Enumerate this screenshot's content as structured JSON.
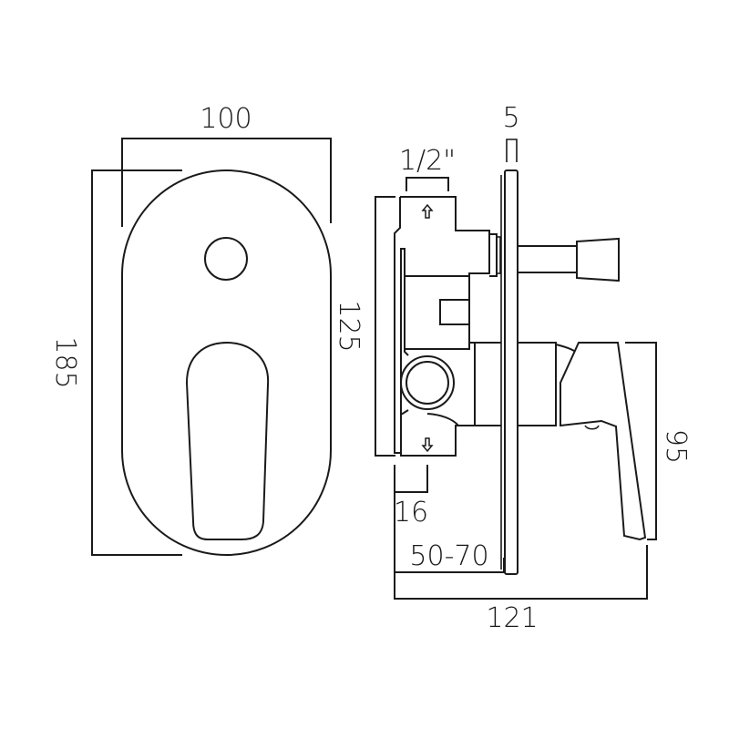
{
  "drawing": {
    "type": "technical-dimension-drawing",
    "subject": "concealed shower valve with lever handle and diverter",
    "colors": {
      "line": "#1a1a1a",
      "background": "#ffffff"
    },
    "front_view": {
      "width_label": "100",
      "height_label": "185",
      "features": [
        "oval-cover-plate",
        "round-diverter-knob",
        "lever-handle"
      ]
    },
    "side_view": {
      "connection_label": "1/2\"",
      "plate_thickness_label": "5",
      "body_height_label": "125",
      "inset_label": "16",
      "wall_depth_label": "50-70",
      "total_depth_label": "121",
      "handle_height_label": "95",
      "flow_arrows": [
        "inlet-up-arrow",
        "outlet-down-arrow"
      ]
    }
  }
}
